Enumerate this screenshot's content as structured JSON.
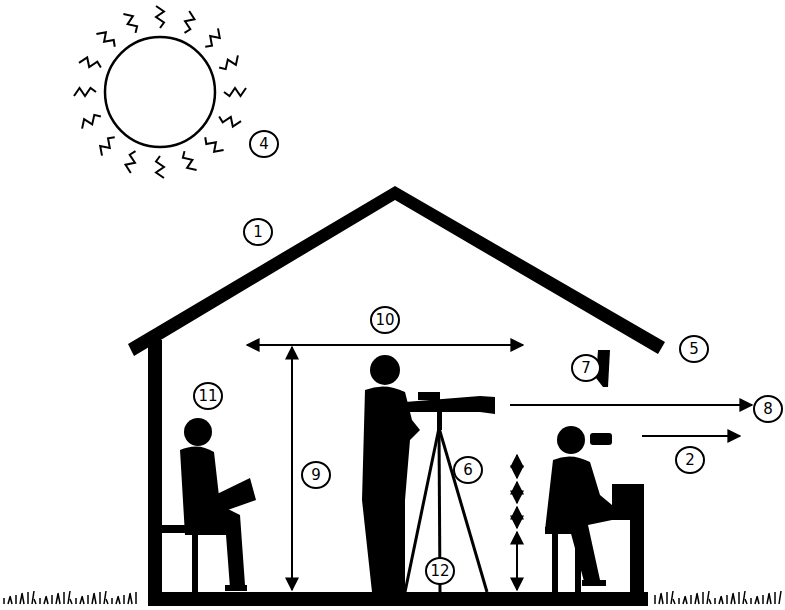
{
  "diagram": {
    "labels": [
      "4",
      "1",
      "10",
      "5",
      "7",
      "11",
      "8",
      "9",
      "2",
      "6",
      "12"
    ]
  }
}
